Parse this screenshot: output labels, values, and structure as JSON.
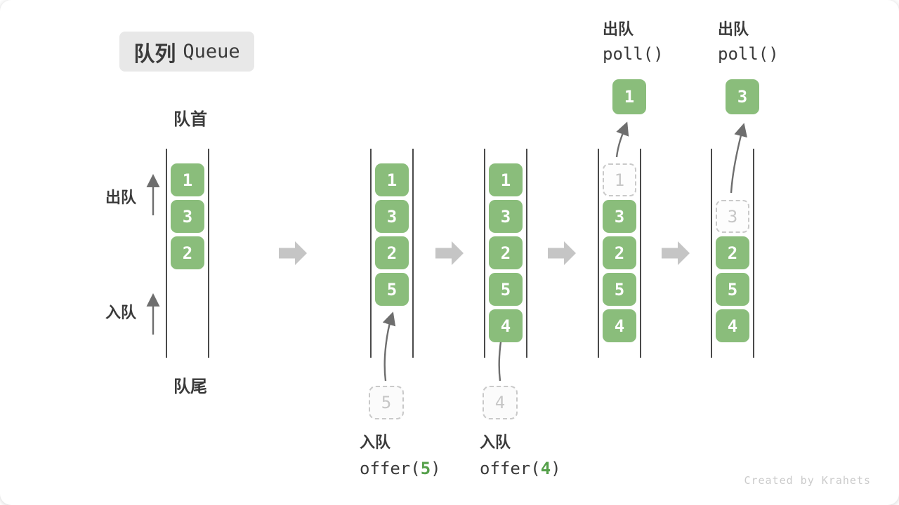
{
  "title": {
    "zh": "队列",
    "en": "Queue"
  },
  "labels": {
    "front": "队首",
    "rear": "队尾",
    "dequeue": "出队",
    "enqueue": "入队"
  },
  "top_ops": [
    {
      "label": "出队",
      "code": "poll()"
    },
    {
      "label": "出队",
      "code": "poll()"
    }
  ],
  "bottom_ops": [
    {
      "label": "入队",
      "code_pre": "offer(",
      "arg": "5",
      "code_post": ")"
    },
    {
      "label": "入队",
      "code_pre": "offer(",
      "arg": "4",
      "code_post": ")"
    }
  ],
  "states": [
    {
      "name": "state-initial",
      "cells": [
        {
          "v": "1",
          "slot": 0
        },
        {
          "v": "3",
          "slot": 1
        },
        {
          "v": "2",
          "slot": 2
        }
      ]
    },
    {
      "name": "state-after-offer-5",
      "cells": [
        {
          "v": "1",
          "slot": 0
        },
        {
          "v": "3",
          "slot": 1
        },
        {
          "v": "2",
          "slot": 2
        },
        {
          "v": "5",
          "slot": 3
        }
      ],
      "pending": "5"
    },
    {
      "name": "state-after-offer-4",
      "cells": [
        {
          "v": "1",
          "slot": 0
        },
        {
          "v": "3",
          "slot": 1
        },
        {
          "v": "2",
          "slot": 2
        },
        {
          "v": "5",
          "slot": 3
        },
        {
          "v": "4",
          "slot": 4
        }
      ],
      "pending": "4"
    },
    {
      "name": "state-after-poll-1",
      "cells": [
        {
          "v": "1",
          "slot": 0,
          "dashed": true
        },
        {
          "v": "3",
          "slot": 1
        },
        {
          "v": "2",
          "slot": 2
        },
        {
          "v": "5",
          "slot": 3
        },
        {
          "v": "4",
          "slot": 4
        }
      ],
      "out": "1"
    },
    {
      "name": "state-after-poll-3",
      "cells": [
        {
          "v": "3",
          "slot": 1,
          "dashed": true
        },
        {
          "v": "2",
          "slot": 2
        },
        {
          "v": "5",
          "slot": 3
        },
        {
          "v": "4",
          "slot": 4
        }
      ],
      "out": "3"
    }
  ],
  "watermark": "Created by Krahets",
  "colors": {
    "box_green": "#8ABD7B",
    "arg_green": "#55A04A",
    "ink": "#3A3A3A",
    "wall": "#4A4A4A",
    "thin_arrow": "#6E6E6E",
    "block_arrow": "#C5C5C5",
    "dashed_border": "#C9C9C9",
    "dashed_ink": "#C6C6C6",
    "title_bg": "#E8E8E8",
    "watermark_ink": "#CBCBCB"
  }
}
